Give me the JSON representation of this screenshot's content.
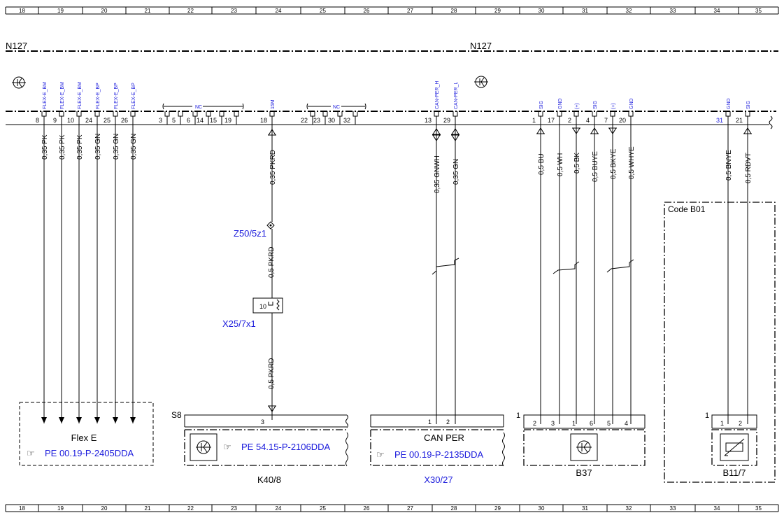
{
  "ruler": [
    "18",
    "19",
    "20",
    "21",
    "22",
    "23",
    "24",
    "25",
    "26",
    "27",
    "28",
    "29",
    "30",
    "31",
    "32",
    "33",
    "34",
    "35"
  ],
  "component_main": "N127",
  "bus_signals": [
    "FLEX-E_BM",
    "FLEX-E_BM",
    "FLEX-E_BM",
    "FLEX-E_BP",
    "FLEX-E_BP",
    "FLEX-E_BP",
    "NC",
    "15M",
    "NC",
    "CAN-PER_H",
    "CAN-PER_L",
    "SIG",
    "GND",
    "(+)",
    "SIG",
    "(+)",
    "GND",
    "GND",
    "SIG"
  ],
  "pins": [
    "8",
    "9",
    "10",
    "24",
    "25",
    "26",
    "3",
    "5",
    "6",
    "14",
    "15",
    "19",
    "18",
    "22",
    "23",
    "30",
    "32",
    "13",
    "29",
    "1",
    "17",
    "2",
    "4",
    "7",
    "20",
    "31",
    "21"
  ],
  "wires": [
    "0,35 PK",
    "0,35 PK",
    "0,35 PK",
    "0,35 GN",
    "0,35 GN",
    "0,35 GN",
    "0,35 PKRD",
    "0,35 GNWH",
    "0,35 GN",
    "0,5 BU",
    "0,5 WH",
    "0,5 BK",
    "0,5 BUYE",
    "0,5 BKYE",
    "0,5 WHYE",
    "0,5 BNYE",
    "0,5 RDVT"
  ],
  "route": {
    "z50": "Z50/5z1",
    "wire_z50_x25": "0,5 PKRD",
    "x25_pin": "10",
    "x25": "X25/7x1",
    "wire_x25_s8": "0,5 PKRD"
  },
  "boxes": {
    "flex": {
      "title": "Flex E",
      "ref": "PE 00.19-P-2405DDA"
    },
    "s8": {
      "label": "S8",
      "pin": "3",
      "ref": "PE 54.15-P-2106DDA",
      "name": "K40/8"
    },
    "can": {
      "pin1": "1",
      "pin2": "2",
      "title": "CAN PER",
      "ref": "PE 00.19-P-2135DDA",
      "name": "X30/27"
    },
    "b37": {
      "num": "1",
      "pins": [
        "2",
        "3",
        "1",
        "6",
        "5",
        "4"
      ],
      "name": "B37"
    },
    "b11": {
      "code": "Code B01",
      "num": "1",
      "pin1": "1",
      "pin2": "2",
      "name": "B11/7"
    }
  }
}
